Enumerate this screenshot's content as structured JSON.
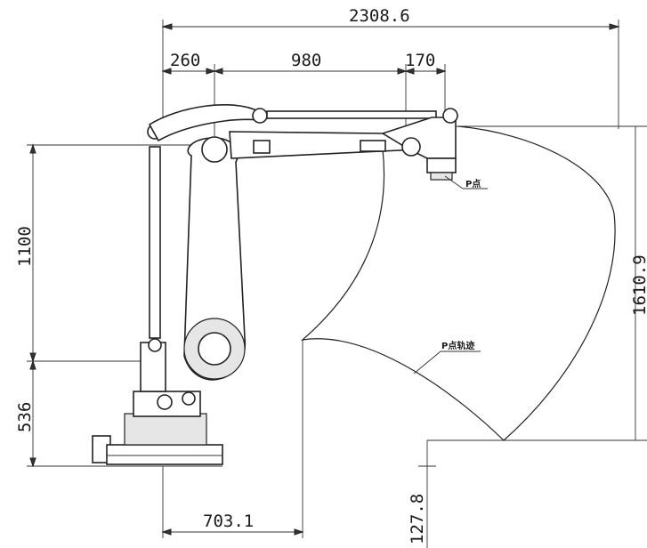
{
  "dimensions": {
    "overall_reach": "2308.6",
    "offset_left": "260",
    "upper_arm": "980",
    "offset_right": "170",
    "height_upper": "1100",
    "height_lower": "536",
    "height_right": "1610.9",
    "base_reach": "703.1",
    "lower_offset": "127.8"
  },
  "labels": {
    "p_point": "P点",
    "p_trajectory": "P点轨迹"
  }
}
